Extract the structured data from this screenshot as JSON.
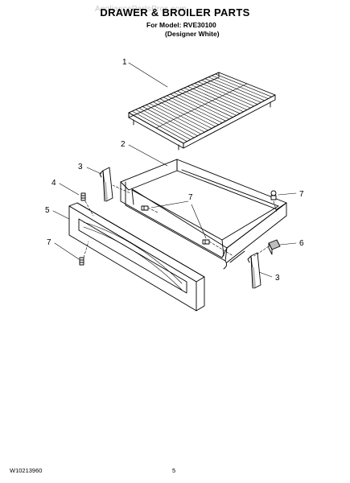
{
  "header": {
    "title": "DRAWER & BROILER PARTS",
    "model_line": "For Model: RVE30100",
    "variant_line": "(Designer White)",
    "watermark": "AppliancePartsPros.com"
  },
  "footer": {
    "doc_number": "W10213960",
    "page_number": "5"
  },
  "callouts": {
    "c1": "1",
    "c2": "2",
    "c3a": "3",
    "c3b": "3",
    "c4": "4",
    "c5": "5",
    "c6": "6",
    "c7a": "7",
    "c7b": "7",
    "c7c": "7"
  },
  "colors": {
    "line": "#000000",
    "shade": "#bdbdbd"
  }
}
